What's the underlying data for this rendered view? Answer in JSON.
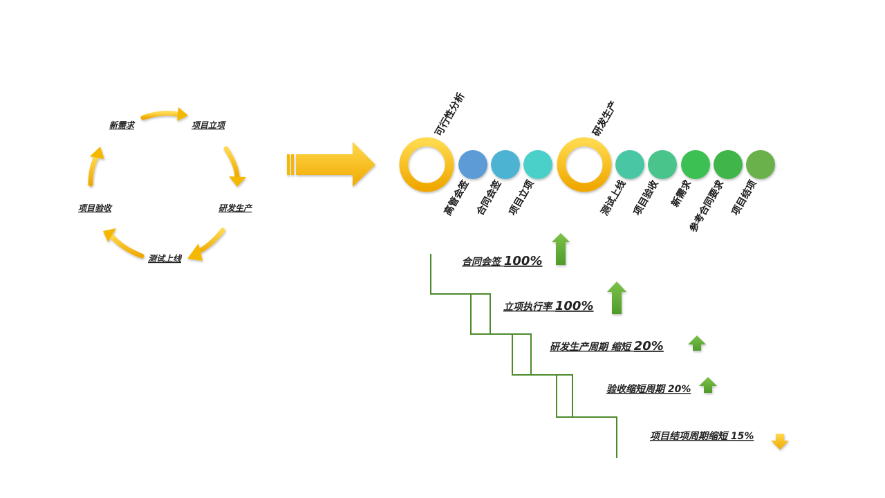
{
  "cycle": {
    "labels": [
      "新需求",
      "项目立项",
      "研发生产",
      "测试上线",
      "项目验收"
    ]
  },
  "timeline": {
    "nodes": [
      {
        "label": "可行性分析",
        "kind": "ring"
      },
      {
        "label": "高管会签",
        "kind": "dot",
        "color": "#5b9bd5"
      },
      {
        "label": "合同会签",
        "kind": "dot",
        "color": "#4eb3d3"
      },
      {
        "label": "项目立项",
        "kind": "dot",
        "color": "#4ccfc9"
      },
      {
        "label": "研发生产",
        "kind": "ring"
      },
      {
        "label": "测试上线",
        "kind": "dot",
        "color": "#4ac7a4"
      },
      {
        "label": "项目验收",
        "kind": "dot",
        "color": "#48c48a"
      },
      {
        "label": "新需求",
        "kind": "dot",
        "color": "#3ec052"
      },
      {
        "label": "参考合同要求",
        "kind": "dot",
        "color": "#3fb54a"
      },
      {
        "label": "项目结项",
        "kind": "dot",
        "color": "#6ab04c"
      }
    ]
  },
  "metrics": [
    {
      "text": "合同会签 ",
      "value": "100%",
      "trend": "up"
    },
    {
      "text": "立项执行率  ",
      "value": "100%",
      "trend": "up"
    },
    {
      "text": "研发生产周期 缩短 ",
      "value": "20%",
      "trend": "up"
    },
    {
      "text": "验收缩短周期 ",
      "value": "20%",
      "trend": "up"
    },
    {
      "text": "项目结项周期缩短 ",
      "value": "15%",
      "trend": "down"
    }
  ],
  "colors": {
    "gold": "#f5b800",
    "gold_light": "#ffd54a",
    "green_arrow": "#6aaa3a",
    "step_line": "#4a8a2a"
  }
}
